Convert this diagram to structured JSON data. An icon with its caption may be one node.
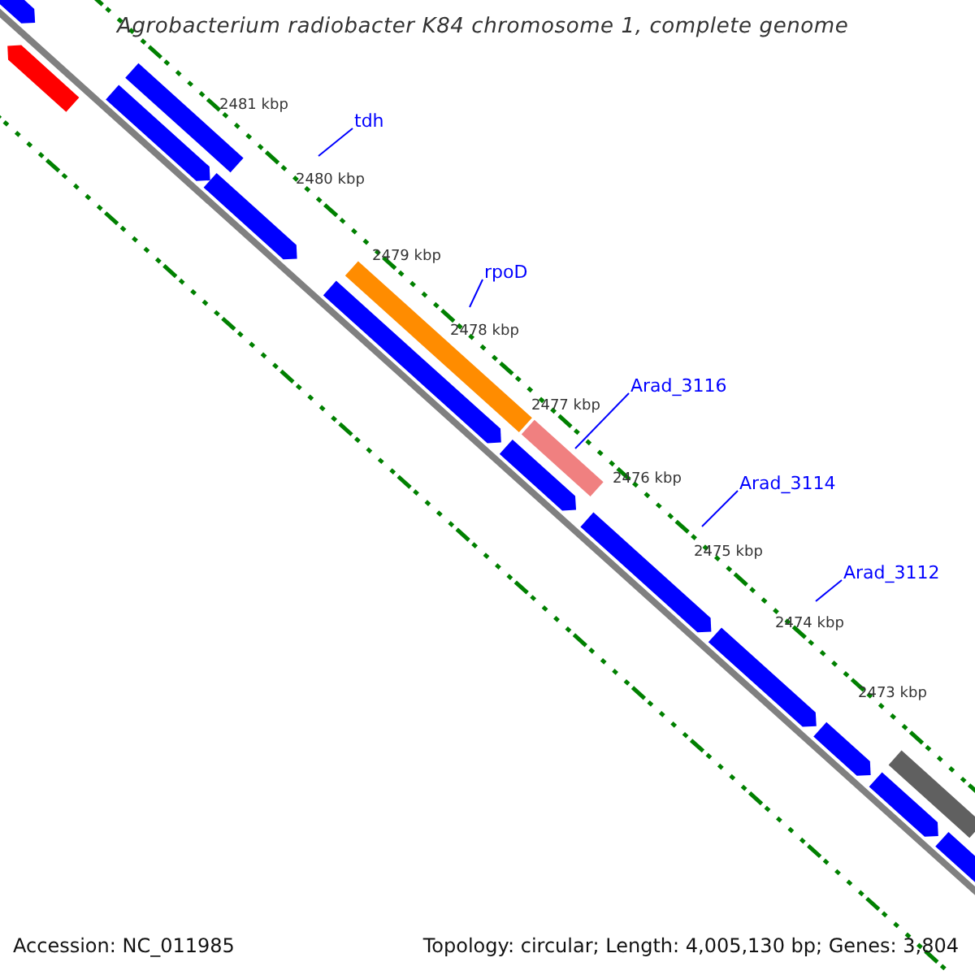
{
  "diagram": {
    "title": "Agrobacterium radiobacter K84 chromosome 1, complete genome",
    "nodes": [
      {
        "text": [
          "tdh"
        ]
      },
      {
        "text": [
          "rpoD"
        ]
      },
      {
        "text": [
          "Arad_3116"
        ]
      },
      {
        "text": [
          "Arad_3114"
        ]
      },
      {
        "text": [
          "Arad_3112"
        ]
      }
    ],
    "edges": [
      {
        "from": 0,
        "to": null,
        "arrow": "none"
      },
      {
        "from": 1,
        "to": null,
        "arrow": "none"
      },
      {
        "from": 2,
        "to": null,
        "arrow": "none"
      },
      {
        "from": 3,
        "to": null,
        "arrow": "none"
      },
      {
        "from": 4,
        "to": null,
        "arrow": "none"
      }
    ],
    "labels": [
      "2481 kbp",
      "2480 kbp",
      "2479 kbp",
      "2478 kbp",
      "2477 kbp",
      "2476 kbp",
      "2475 kbp",
      "2474 kbp",
      "2473 kbp",
      "Accession: NC_011985",
      "Topology: circular; Length: 4,005,130 bp; Genes: 3,804"
    ]
  }
}
